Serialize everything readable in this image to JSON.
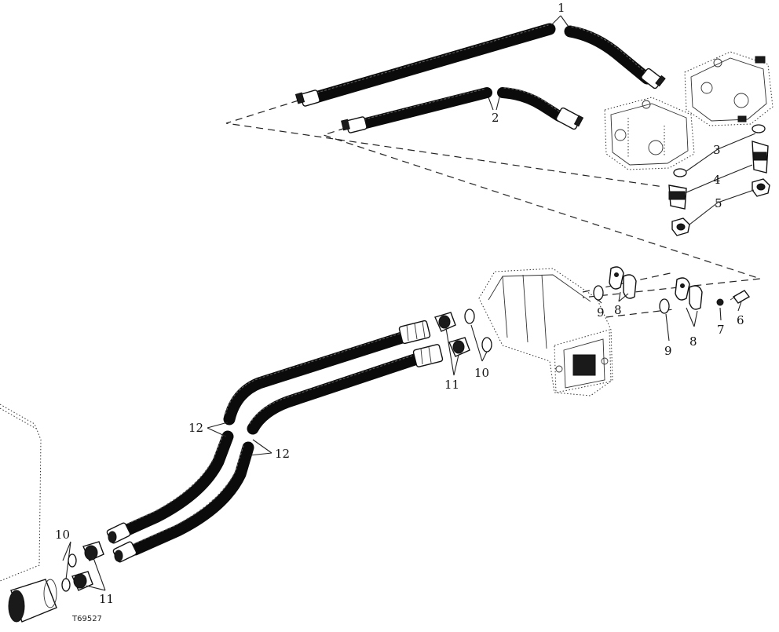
{
  "figure_code": "T69527",
  "callouts": {
    "c1": "1",
    "c2": "2",
    "c3": "3",
    "c4": "4",
    "c5": "5",
    "c6": "6",
    "c7": "7",
    "c8a": "8",
    "c8b": "8",
    "c9a": "9",
    "c9b": "9",
    "c10a": "10",
    "c10b": "10",
    "c11a": "11",
    "c11b": "11",
    "c12a": "12",
    "c12b": "12"
  }
}
